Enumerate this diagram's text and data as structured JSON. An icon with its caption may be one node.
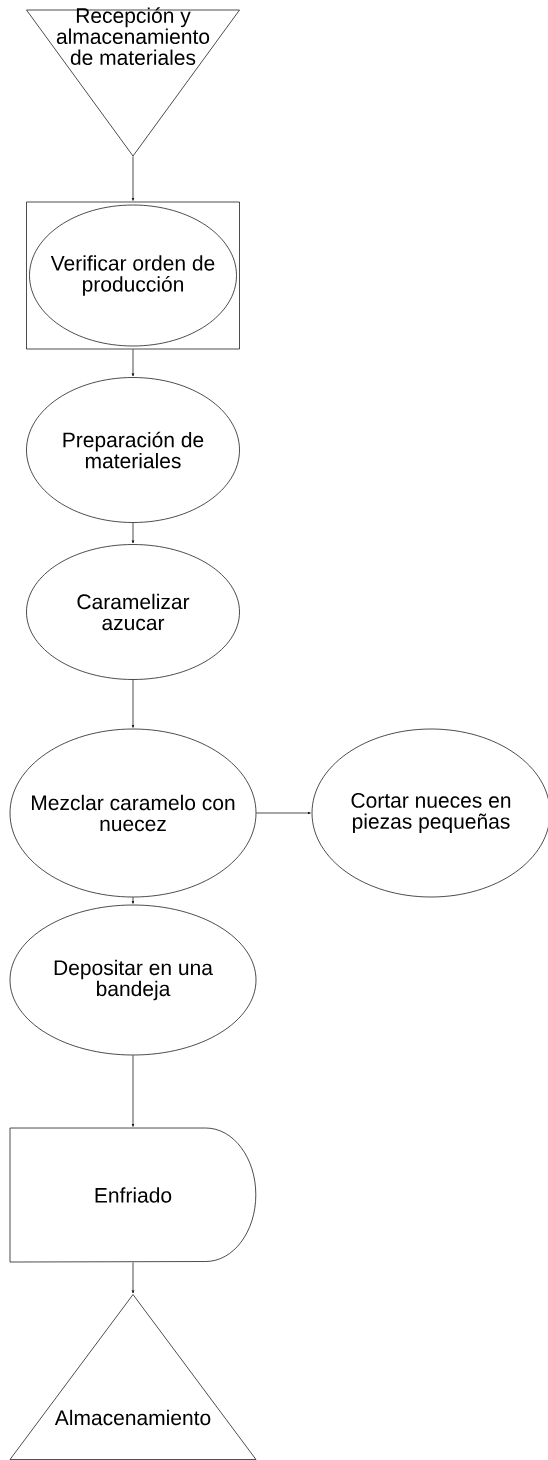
{
  "diagram": {
    "nodes": [
      {
        "text": [
          "Recepción y almacenamiento de materiales"
        ]
      },
      {
        "text": [],
        "shape": "box"
      },
      {
        "text": [
          "Verificar orden de producción"
        ],
        "in": 1
      },
      {
        "text": [
          "Preparación de materiales"
        ]
      },
      {
        "text": [
          "Caramelizar azucar"
        ]
      },
      {
        "text": [
          "Mezclar caramelo con nuecez"
        ]
      },
      {
        "text": [
          "Cortar nueces en piezas pequeñas"
        ]
      },
      {
        "text": [
          "Depositar en una bandeja"
        ]
      },
      {
        "text": [
          "Enfriado"
        ]
      },
      {
        "text": [
          "Almacenamiento"
        ]
      }
    ],
    "edges": [
      {
        "from": 0,
        "to": 1,
        "arrow": "to"
      },
      {
        "from": 1,
        "to": 3,
        "arrow": "to"
      },
      {
        "from": 3,
        "to": 4,
        "arrow": "to"
      },
      {
        "from": 4,
        "to": 5,
        "arrow": "to"
      },
      {
        "from": 5,
        "to": 6,
        "arrow": "to"
      },
      {
        "from": 5,
        "to": 7,
        "arrow": "to"
      },
      {
        "from": 7,
        "to": 8,
        "arrow": "to"
      },
      {
        "from": 8,
        "to": 9,
        "arrow": "to"
      }
    ]
  }
}
